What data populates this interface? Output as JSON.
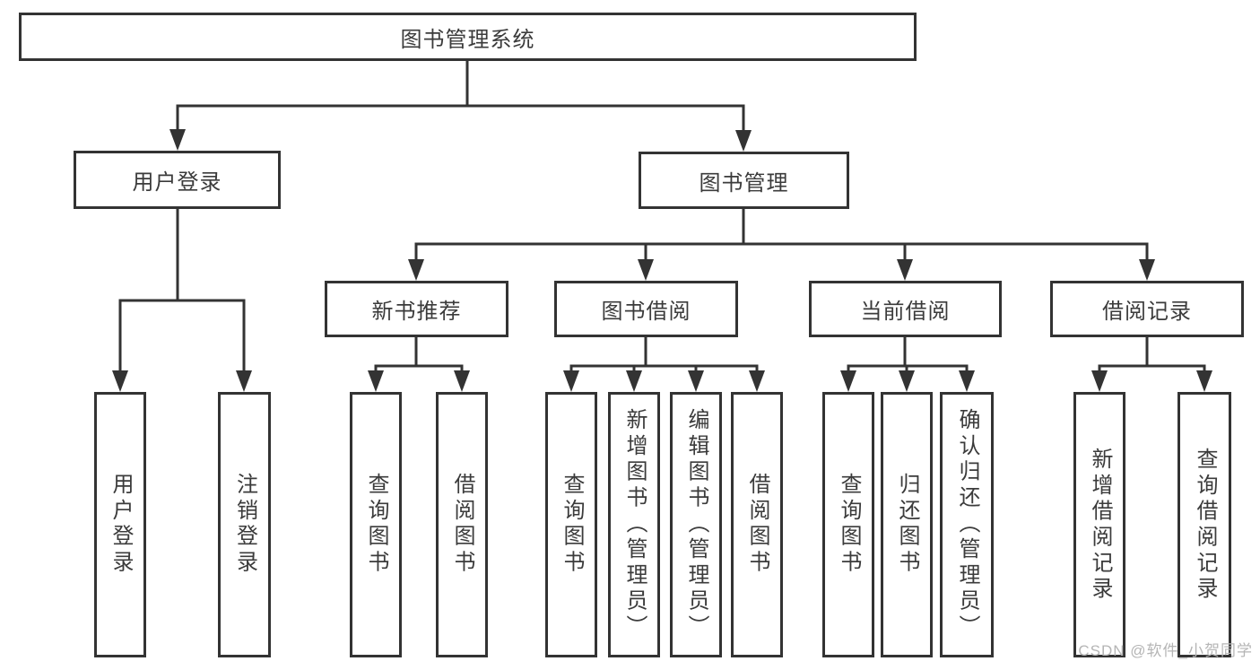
{
  "diagram": {
    "root": {
      "label": "图书管理系统"
    },
    "level2": {
      "user_login": {
        "label": "用户登录"
      },
      "book_management": {
        "label": "图书管理"
      }
    },
    "level3": {
      "new_book": {
        "label": "新书推荐"
      },
      "book_borrow": {
        "label": "图书借阅"
      },
      "current_borrow": {
        "label": "当前借阅"
      },
      "borrow_record": {
        "label": "借阅记录"
      }
    },
    "leaves": {
      "user_login_leaf": "用户登录",
      "logout_leaf": "注销登录",
      "nb_query": "查询图书",
      "nb_borrow": "借阅图书",
      "bb_query": "查询图书",
      "bb_add": "新增图书（管理员）",
      "bb_edit": "编辑图书（管理员）",
      "bb_borrow": "借阅图书",
      "cb_query": "查询图书",
      "cb_return": "归还图书",
      "cb_confirm": "确认归还（管理员）",
      "br_add": "新增借阅记录",
      "br_query": "查询借阅记录"
    }
  },
  "watermark": {
    "text": "CSDN @软件_小贺同学"
  },
  "colors": {
    "line": "#333333",
    "text": "#3b3b3b",
    "watermark_gray": "#b5b5b5",
    "background": "#ffffff"
  }
}
